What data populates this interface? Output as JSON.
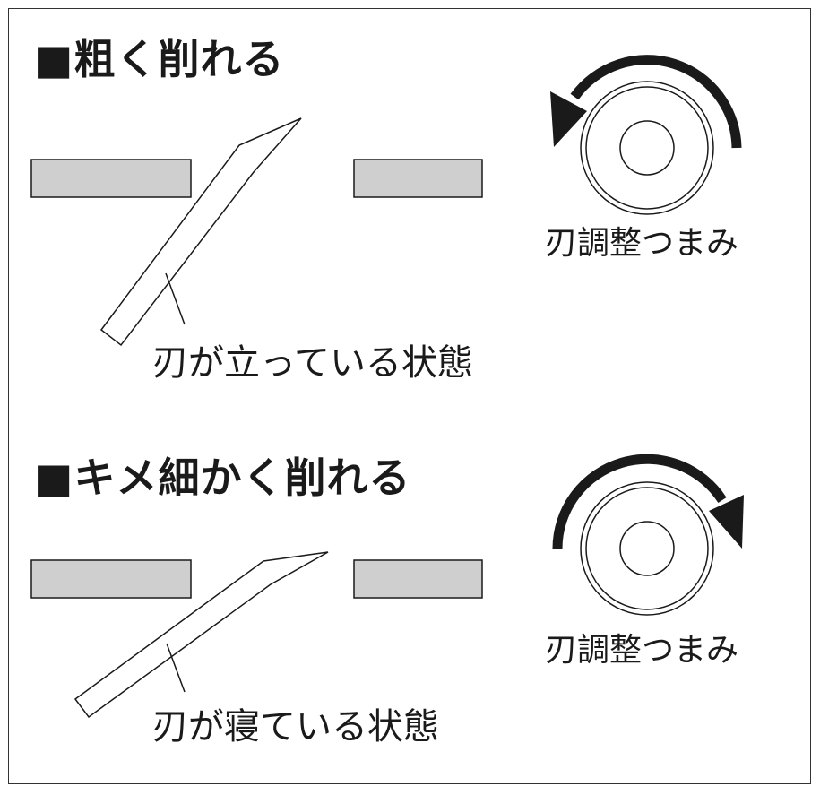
{
  "sections": [
    {
      "heading": "■粗く削れる",
      "blade_label": "刃が立っている状態",
      "knob_label": "刃調整つまみ",
      "rotation": "counterclockwise"
    },
    {
      "heading": "■キメ細かく削れる",
      "blade_label": "刃が寝ている状態",
      "knob_label": "刃調整つまみ",
      "rotation": "clockwise"
    }
  ],
  "colors": {
    "plate_fill": "#cfcfcf",
    "stroke": "#1a1a1a",
    "background": "#ffffff"
  }
}
